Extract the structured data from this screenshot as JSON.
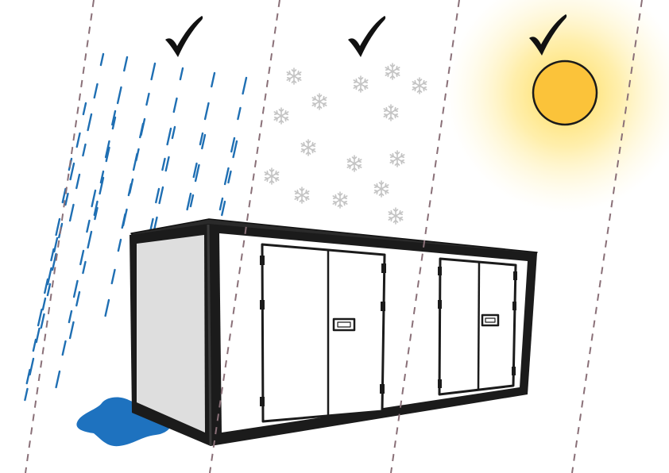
{
  "scene": {
    "description_free": true,
    "panels": [
      {
        "condition": "rain",
        "status": "check"
      },
      {
        "condition": "snow",
        "status": "check"
      },
      {
        "condition": "sun",
        "status": "check"
      }
    ],
    "icons": {
      "check": "check-mark-icon",
      "snow": "snowflake-icon",
      "sun": "sun-icon"
    },
    "colors": {
      "divider": "#8a7078",
      "rain": "#1f6fb3",
      "puddle": "#1e72bf",
      "snow": "#c8c8c8",
      "sun_core": "#fbc33a",
      "sun_glow": "#ffe27a",
      "container_outline": "#111111",
      "container_side": "#dedede",
      "container_front": "#ffffff",
      "check": "#111111"
    }
  }
}
